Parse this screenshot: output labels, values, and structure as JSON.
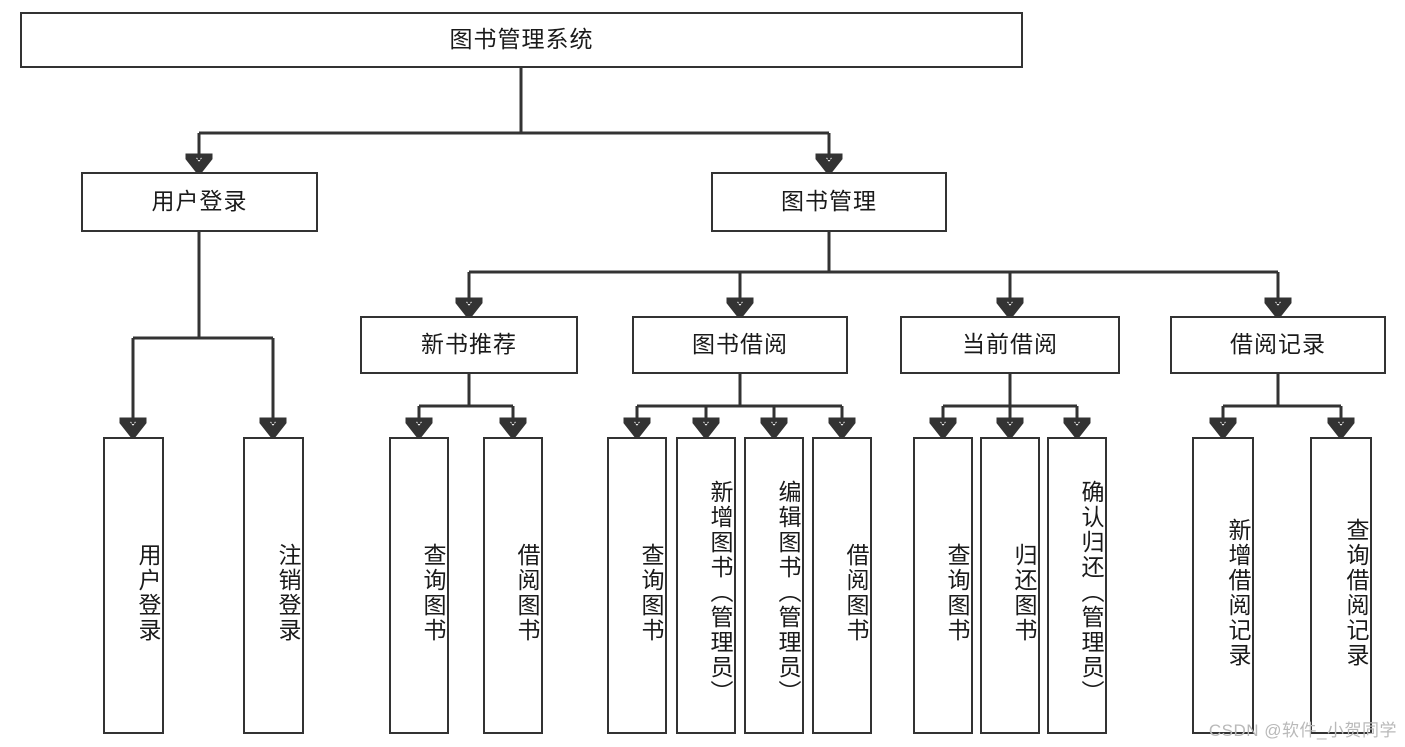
{
  "diagram": {
    "title": "图书管理系统",
    "type": "tree",
    "watermark": "CSDN @软件_小贺同学",
    "colors": {
      "box_border": "#333333",
      "box_fill": "#ffffff",
      "text": "#1a1a1a",
      "connector": "#333333",
      "watermark": "#b9b9b9",
      "background": "#ffffff"
    },
    "root": {
      "label": "图书管理系统"
    },
    "level2": [
      {
        "label": "用户登录"
      },
      {
        "label": "图书管理"
      }
    ],
    "level3": [
      {
        "label": "新书推荐"
      },
      {
        "label": "图书借阅"
      },
      {
        "label": "当前借阅"
      },
      {
        "label": "借阅记录"
      }
    ],
    "leaves": {
      "user_login": [
        {
          "label": "用户登录"
        },
        {
          "label": "注销登录"
        }
      ],
      "new_book_recommend": [
        {
          "label": "查询图书"
        },
        {
          "label": "借阅图书"
        }
      ],
      "book_borrow": [
        {
          "label": "查询图书"
        },
        {
          "label": "新增图书（管理员）"
        },
        {
          "label": "编辑图书（管理员）"
        },
        {
          "label": "借阅图书"
        }
      ],
      "current_borrow": [
        {
          "label": "查询图书"
        },
        {
          "label": "归还图书"
        },
        {
          "label": "确认归还（管理员）"
        }
      ],
      "borrow_record": [
        {
          "label": "新增借阅记录"
        },
        {
          "label": "查询借阅记录"
        }
      ]
    }
  }
}
